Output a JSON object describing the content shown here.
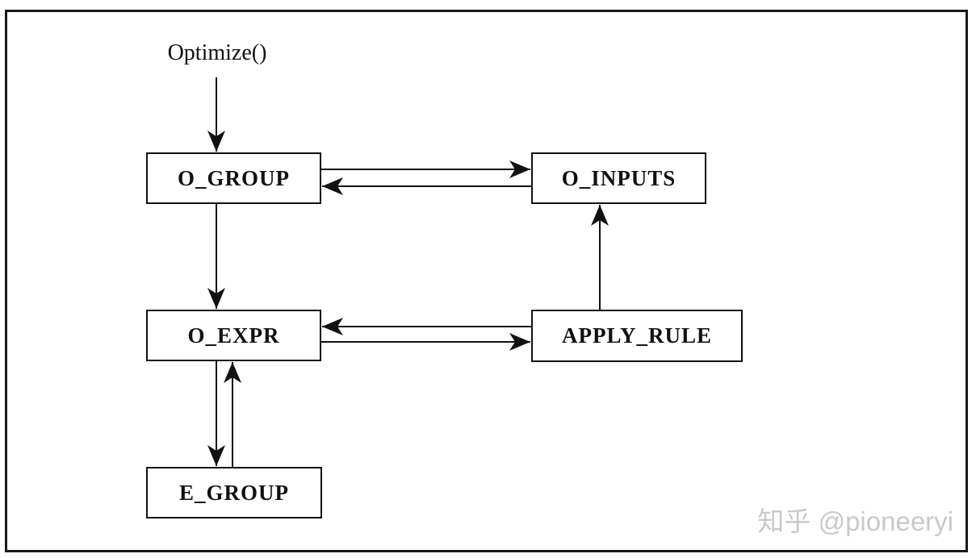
{
  "diagram": {
    "entry_label": "Optimize()",
    "nodes": [
      {
        "id": "o_group",
        "label": "O_GROUP"
      },
      {
        "id": "o_inputs",
        "label": "O_INPUTS"
      },
      {
        "id": "o_expr",
        "label": "O_EXPR"
      },
      {
        "id": "apply_rule",
        "label": "APPLY_RULE"
      },
      {
        "id": "e_group",
        "label": "E_GROUP"
      }
    ],
    "edges": [
      {
        "from": "Optimize()",
        "to": "O_GROUP",
        "direction": "down"
      },
      {
        "from": "O_GROUP",
        "to": "O_INPUTS",
        "direction": "right"
      },
      {
        "from": "O_INPUTS",
        "to": "O_GROUP",
        "direction": "left"
      },
      {
        "from": "O_GROUP",
        "to": "O_EXPR",
        "direction": "down"
      },
      {
        "from": "APPLY_RULE",
        "to": "O_EXPR",
        "direction": "left"
      },
      {
        "from": "O_EXPR",
        "to": "APPLY_RULE",
        "direction": "right"
      },
      {
        "from": "APPLY_RULE",
        "to": "O_INPUTS",
        "direction": "up"
      },
      {
        "from": "O_EXPR",
        "to": "E_GROUP",
        "direction": "down"
      },
      {
        "from": "E_GROUP",
        "to": "O_EXPR",
        "direction": "up"
      }
    ],
    "colors": {
      "line": "#111111",
      "background": "#ffffff",
      "box_fill": "#ffffff",
      "watermark": "#c9c9c9"
    }
  },
  "watermark": {
    "text": "知乎 @pioneeryi"
  }
}
